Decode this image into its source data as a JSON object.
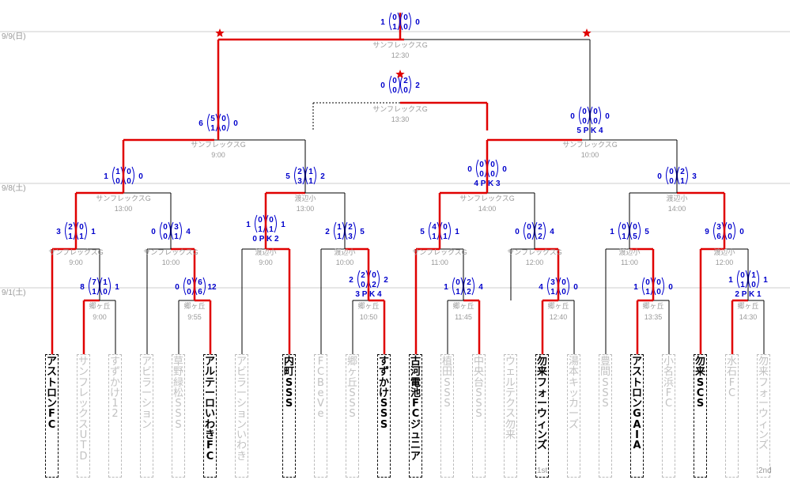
{
  "dates": [
    "9/9(日)",
    "9/8(土)",
    "9/1(土)"
  ],
  "teams": [
    {
      "name": "アストロンFC",
      "winner": true
    },
    {
      "name": "サンフレックスUTD",
      "winner": false
    },
    {
      "name": "すずかけ12",
      "winner": false
    },
    {
      "name": "アビラーション",
      "winner": false
    },
    {
      "name": "草野緑松SSS",
      "winner": false
    },
    {
      "name": "アルテーロいわきFC",
      "winner": true
    },
    {
      "name": "アビラーションいわき",
      "winner": false
    },
    {
      "name": "内町SSS",
      "winner": true
    },
    {
      "name": "FC BeVe",
      "winner": false
    },
    {
      "name": "郷ヶ丘SSS",
      "winner": false
    },
    {
      "name": "すずかけSSS",
      "winner": true
    },
    {
      "name": "古河電池FCジュニア",
      "winner": true
    },
    {
      "name": "植田SSS",
      "winner": false
    },
    {
      "name": "中央台SSS",
      "winner": false
    },
    {
      "name": "ウェルテクス勿来",
      "winner": false
    },
    {
      "name": "勿来フォーウィンズ",
      "winner": true,
      "sub": "1st"
    },
    {
      "name": "湯本キッカーズ",
      "winner": false
    },
    {
      "name": "豊間SSS",
      "winner": false
    },
    {
      "name": "アストロンGAIA",
      "winner": true
    },
    {
      "name": "小名浜FC",
      "winner": false
    },
    {
      "name": "勿来SCS",
      "winner": true
    },
    {
      "name": "水石FC",
      "winner": false
    },
    {
      "name": "勿来フォーウィンズ",
      "winner": false,
      "sub": "2nd"
    }
  ],
  "matches": [
    {
      "venue": "郷ヶ丘",
      "time": "9:00",
      "l": "8",
      "r": "1",
      "tl": "7",
      "bl": "1",
      "tr": "1",
      "br": "0"
    },
    {
      "venue": "郷ヶ丘",
      "time": "9:55",
      "l": "0",
      "r": "12",
      "tl": "0",
      "bl": "0",
      "tr": "6",
      "br": "6"
    },
    {
      "venue": "郷ヶ丘",
      "time": "10:50",
      "l": "2",
      "r": "2",
      "tl": "2",
      "bl": "0",
      "tr": "0",
      "br": "2",
      "pk": "3 P K 4"
    },
    {
      "venue": "郷ヶ丘",
      "time": "11:45",
      "l": "1",
      "r": "4",
      "tl": "0",
      "bl": "1",
      "tr": "2",
      "br": "2"
    },
    {
      "venue": "郷ヶ丘",
      "time": "12:40",
      "l": "4",
      "r": "0",
      "tl": "3",
      "bl": "1",
      "tr": "0",
      "br": "0"
    },
    {
      "venue": "郷ヶ丘",
      "time": "13:35",
      "l": "1",
      "r": "0",
      "tl": "0",
      "bl": "1",
      "tr": "0",
      "br": "0"
    },
    {
      "venue": "郷ヶ丘",
      "time": "14:30",
      "l": "1",
      "r": "1",
      "tl": "0",
      "bl": "1",
      "tr": "1",
      "br": "0",
      "pk": "2 P K 1"
    },
    {
      "venue": "サンフレックスG",
      "time": "9:00",
      "l": "3",
      "r": "1",
      "tl": "2",
      "bl": "1",
      "tr": "0",
      "br": "1"
    },
    {
      "venue": "サンフレックスG",
      "time": "10:00",
      "l": "0",
      "r": "4",
      "tl": "0",
      "bl": "0",
      "tr": "3",
      "br": "1"
    },
    {
      "venue": "渡辺小",
      "time": "9:00",
      "l": "1",
      "r": "1",
      "tl": "0",
      "bl": "1",
      "tr": "0",
      "br": "1",
      "pk": "0 P K 2"
    },
    {
      "venue": "渡辺小",
      "time": "10:00",
      "l": "2",
      "r": "5",
      "tl": "1",
      "bl": "1",
      "tr": "2",
      "br": "3"
    },
    {
      "venue": "サンフレックスG",
      "time": "11:00",
      "l": "5",
      "r": "1",
      "tl": "4",
      "bl": "1",
      "tr": "0",
      "br": "1"
    },
    {
      "venue": "サンフレックスG",
      "time": "12:00",
      "l": "0",
      "r": "4",
      "tl": "0",
      "bl": "0",
      "tr": "2",
      "br": "2"
    },
    {
      "venue": "渡辺小",
      "time": "11:00",
      "l": "1",
      "r": "5",
      "tl": "0",
      "bl": "1",
      "tr": "0",
      "br": "5"
    },
    {
      "venue": "渡辺小",
      "time": "12:00",
      "l": "9",
      "r": "0",
      "tl": "3",
      "bl": "6",
      "tr": "0",
      "br": "0"
    },
    {
      "venue": "サンフレックスG",
      "time": "13:00",
      "l": "1",
      "r": "0",
      "tl": "1",
      "bl": "0",
      "tr": "0",
      "br": "0"
    },
    {
      "venue": "渡辺小",
      "time": "13:00",
      "l": "5",
      "r": "2",
      "tl": "2",
      "bl": "3",
      "tr": "1",
      "br": "1"
    },
    {
      "venue": "サンフレックスG",
      "time": "14:00",
      "l": "0",
      "r": "0",
      "tl": "0",
      "bl": "0",
      "tr": "0",
      "br": "0",
      "pk": "4 P K 3"
    },
    {
      "venue": "渡辺小",
      "time": "14:00",
      "l": "0",
      "r": "3",
      "tl": "0",
      "bl": "0",
      "tr": "2",
      "br": "1"
    },
    {
      "venue": "サンフレックスG",
      "time": "9:00",
      "l": "6",
      "r": "0",
      "tl": "5",
      "bl": "1",
      "tr": "0",
      "br": "0"
    },
    {
      "venue": "サンフレックスG",
      "time": "10:00",
      "l": "0",
      "r": "0",
      "tl": "0",
      "bl": "0",
      "tr": "0",
      "br": "0",
      "pk": "5 P K 4"
    },
    {
      "venue": "サンフレックスG",
      "time": "13:30",
      "l": "0",
      "r": "2",
      "tl": "0",
      "bl": "0",
      "tr": "2",
      "br": "0"
    },
    {
      "venue": "サンフレックスG",
      "time": "12:30",
      "l": "1",
      "r": "0",
      "tl": "0",
      "bl": "1",
      "tr": "0",
      "br": "0"
    }
  ],
  "colors": {
    "win": "#e00000",
    "line": "#000000",
    "score": "#0000cc",
    "star": "#e00000",
    "muted": "#999999",
    "dateline": "#cccccc"
  }
}
